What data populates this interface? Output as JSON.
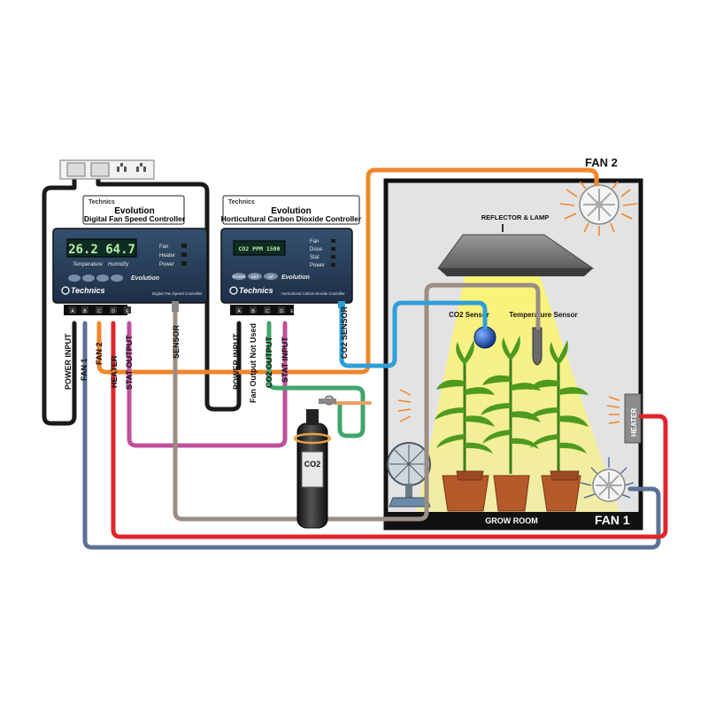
{
  "controller_left": {
    "brand": "Technics",
    "title": "Evolution",
    "subtitle": "Digital Fan Speed Controller",
    "lcd": "26.2 64.7",
    "lcd_labels": [
      "Temperature",
      "Humidity"
    ],
    "indicators": [
      "Fan",
      "Heater",
      "Power"
    ],
    "panel_model": "Evolution",
    "footer": "Digital Fan Speed Controller",
    "ports": [
      "A",
      "B",
      "C",
      "D",
      "E"
    ]
  },
  "controller_right": {
    "brand": "Technics",
    "title": "Evolution",
    "subtitle": "Horticultural Carbon Dioxide Controller",
    "lcd": "CO2 PPM 1500",
    "indicators": [
      "Fan",
      "Dose",
      "Stat",
      "Power"
    ],
    "buttons": [
      "DOWN",
      "SET",
      "UP"
    ],
    "panel_model": "Evolution",
    "footer": "Horticultural Carbon Dioxide Controller",
    "ports": [
      "A",
      "B",
      "C",
      "D",
      "E"
    ]
  },
  "wire_labels": {
    "power_input_1": "POWER INPUT",
    "fan1": "FAN 1",
    "fan2": "FAN 2",
    "heater": "HEATER",
    "stat_output": "STAT OUTPUT",
    "sensor": "SENSOR",
    "power_input_2": "POWER INPUT",
    "fan_output_not_used": "Fan Output Not Used",
    "co2_output": "CO2 OUTPUT",
    "stat_input": "STAT INPUT",
    "co2_sensor": "CO2 SENSOR"
  },
  "room": {
    "fan2": "FAN 2",
    "reflector": "REFLECTOR & LAMP",
    "co2_sensor": "CO2 Sensor",
    "temperature_sensor": "Temperature Sensor",
    "heater": "HEATER",
    "grow_room": "GROW ROOM",
    "fan1": "FAN 1"
  },
  "cylinder_label": "CO2",
  "colors": {
    "orange": "#f0862a",
    "blue": "#2e9fd8",
    "green": "#3fa66a",
    "brown": "#9a8d84",
    "red": "#e0252b",
    "slate": "#5b7196",
    "magenta": "#c0509a",
    "black": "#1a1a1a",
    "lamp": "#f8ef4a"
  }
}
